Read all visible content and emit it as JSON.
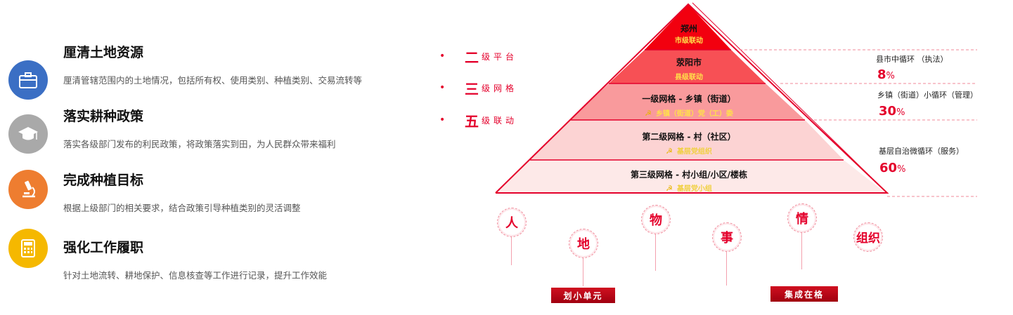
{
  "features": [
    {
      "title": "厘清土地资源",
      "desc": "厘清管辖范围内的土地情况，包括所有权、使用类别、种植类别、交易流转等",
      "icon": "briefcase-icon",
      "color": "#3b6fc4"
    },
    {
      "title": "落实耕种政策",
      "desc": "落实各级部门发布的利民政策，将政策落实到田，为人民群众带来福利",
      "icon": "graduation-cap-icon",
      "color": "#a9a9a9"
    },
    {
      "title": "完成种植目标",
      "desc": "根据上级部门的相关要求，结合政策引导种植类别的灵活调整",
      "icon": "microscope-icon",
      "color": "#ee7d30"
    },
    {
      "title": "强化工作履职",
      "desc": "针对土地流转、耕地保护、信息核查等工作进行记录，提升工作效能",
      "icon": "calculator-icon",
      "color": "#f5b800"
    }
  ],
  "bullets": [
    {
      "dot": "•",
      "big": "二",
      "small": "级平台"
    },
    {
      "dot": "•",
      "big": "三",
      "small": "级网格"
    },
    {
      "dot": "•",
      "big": "五",
      "small": "级联动"
    }
  ],
  "pyramid": [
    {
      "main": "郑州",
      "sub": "市级联动"
    },
    {
      "main": "荥阳市",
      "sub": "县级联动"
    },
    {
      "main": "一级网格 - 乡镇（街道）",
      "sub": "乡镇（街道）党（工）委"
    },
    {
      "main": "第二级网格 - 村（社区）",
      "sub": "基层党组织"
    },
    {
      "main": "第三级网格 - 村小组/小区/楼栋",
      "sub": "基层党小组"
    }
  ],
  "loops": [
    {
      "label": "县市中循环 （执法）",
      "pct": "8",
      "unit": "%"
    },
    {
      "label": "乡镇（街道）小循环（管理）",
      "pct": "30",
      "unit": "%"
    },
    {
      "label": "基层自治微循环（服务）",
      "pct": "60",
      "unit": "%"
    }
  ],
  "elements": [
    "人",
    "地",
    "物",
    "事",
    "情",
    "组织"
  ],
  "tags": [
    "划小单元",
    "集成在格"
  ],
  "colors": {
    "accent": "#e4002b",
    "tier1": "#f2000f",
    "tier2": "#f75055",
    "tier3": "#f99a9c",
    "tier4": "#fcd3d3",
    "tier5": "#fde9e8"
  }
}
